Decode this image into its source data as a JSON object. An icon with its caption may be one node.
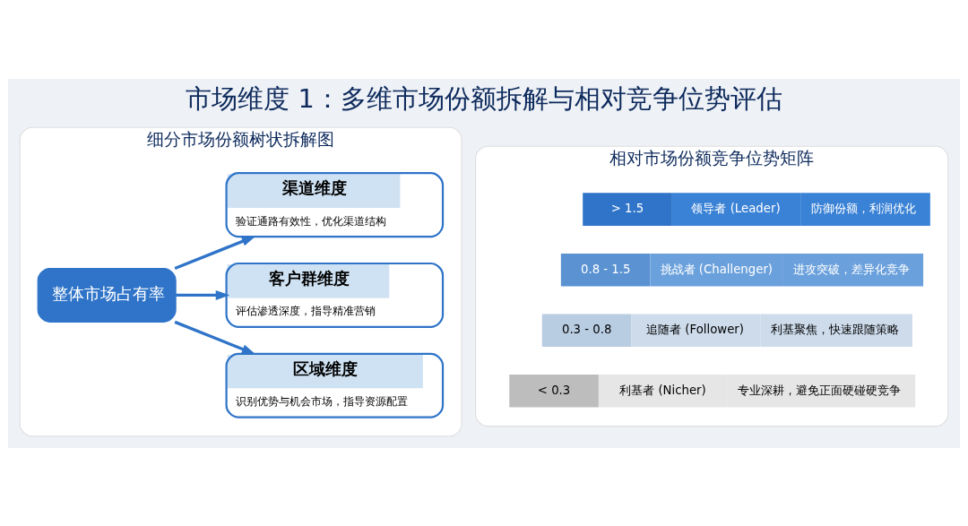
{
  "diagram": {
    "title": "市场维度 1：多维市场份额拆解与相对竞争位势评估",
    "nodes": [
      {
        "text": [
          "细分市场份额树状拆解图"
        ]
      },
      {
        "text": [
          "整体市场占有率"
        ],
        "in": 0
      },
      {
        "text": [
          "区域维度",
          "识别优势与机会市场，指导资源配置"
        ],
        "in": 0
      },
      {
        "text": [
          "客户群维度",
          "评估渗透深度，指导精准营销"
        ],
        "in": 0
      },
      {
        "text": [
          "渠道维度",
          "验证通路有效性，优化渠道结构"
        ],
        "in": 0
      },
      {
        "text": [
          "相对市场份额竞争位势矩阵"
        ]
      },
      {
        "text": [
          "> 1.5",
          "领导者 (Leader)",
          "防御份额，利润优化"
        ],
        "in": 5
      },
      {
        "text": [
          "0.8 - 1.5",
          "挑战者 (Challenger)",
          "进攻突破，差异化竞争"
        ],
        "in": 5
      },
      {
        "text": [
          "0.3 - 0.8",
          "追随者 (Follower)",
          "利基聚焦，快速跟随策略"
        ],
        "in": 5
      },
      {
        "text": [
          "< 0.3",
          "利基者 (Nicher)",
          "专业深耕，避免正面硬碰硬竞争"
        ],
        "in": 5
      }
    ],
    "edges": [
      {
        "from": 1,
        "to": 2,
        "arrow": "to"
      },
      {
        "from": 1,
        "to": 3,
        "arrow": "to"
      },
      {
        "from": 1,
        "to": 4,
        "arrow": "to"
      }
    ]
  }
}
